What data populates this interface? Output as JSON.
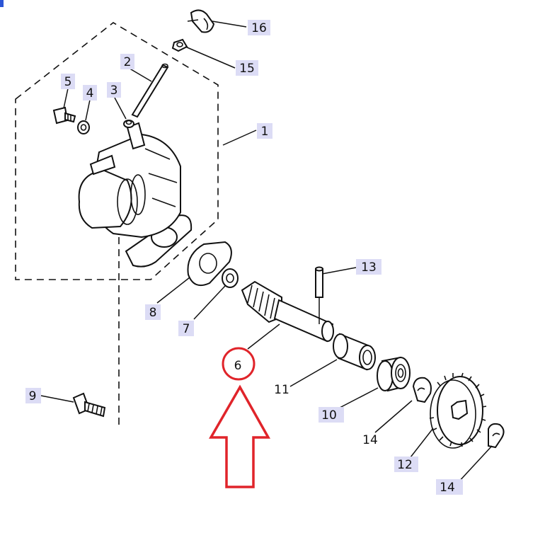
{
  "diagram": {
    "callouts": [
      "1",
      "2",
      "3",
      "4",
      "5",
      "6",
      "7",
      "8",
      "9",
      "10",
      "11",
      "12",
      "13",
      "14",
      "14",
      "15",
      "16"
    ],
    "highlighted_callout": "6",
    "highlight_color": "#e0242a",
    "callout_background": "#dcdcf5"
  }
}
